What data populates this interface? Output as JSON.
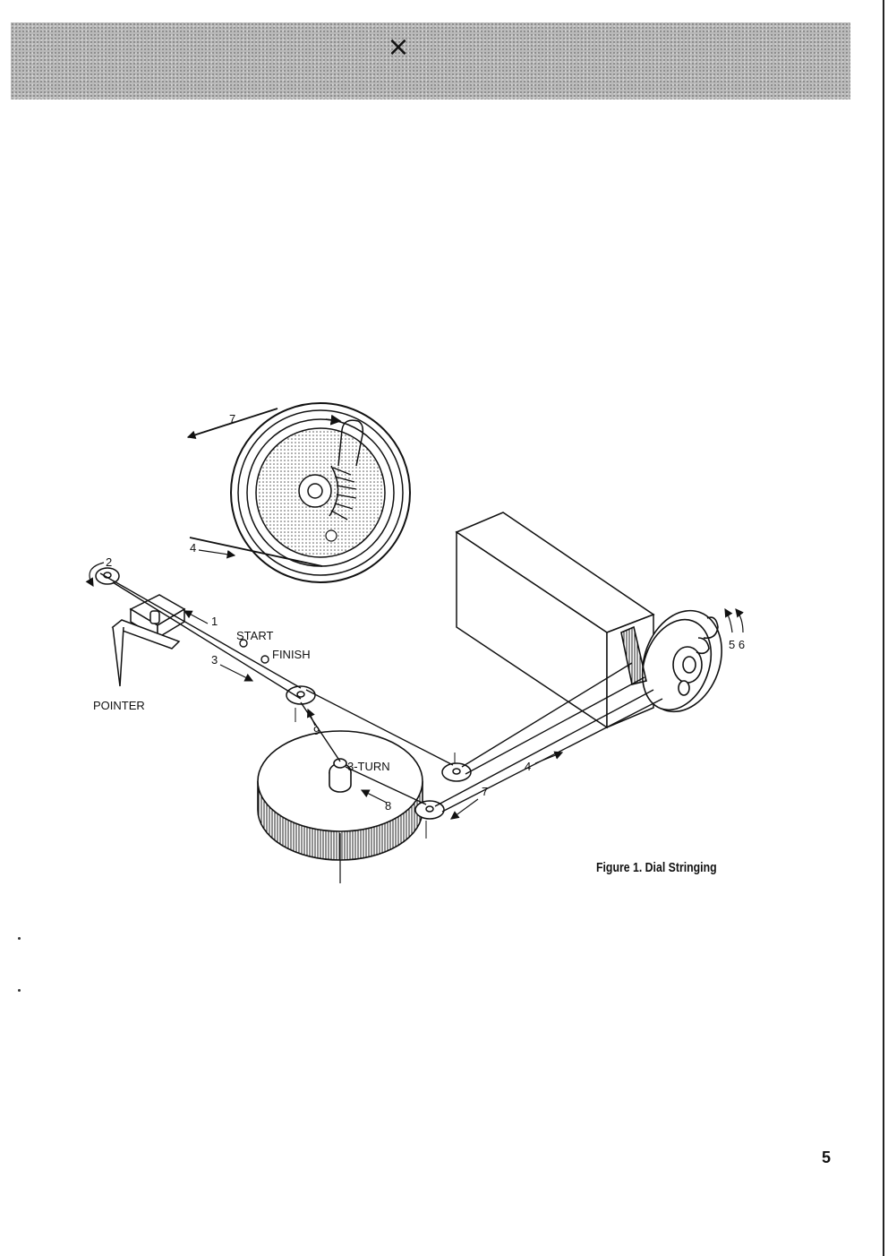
{
  "header": {
    "mark_glyph": "×"
  },
  "diagram": {
    "labels": {
      "arrow_1": "1",
      "arrow_2": "2",
      "arrow_3": "3",
      "arrow_4_inset": "4",
      "arrow_4": "4",
      "arrow_5_6": "5 6",
      "arrow_7_inset": "7",
      "arrow_7": "7",
      "arrow_8": "8",
      "arrow_9": "9",
      "start": "START",
      "finish": "FINISH",
      "three_turn": "3-TURN",
      "pointer": "POINTER"
    }
  },
  "caption": "Figure 1.  Dial Stringing",
  "page_number": "5"
}
